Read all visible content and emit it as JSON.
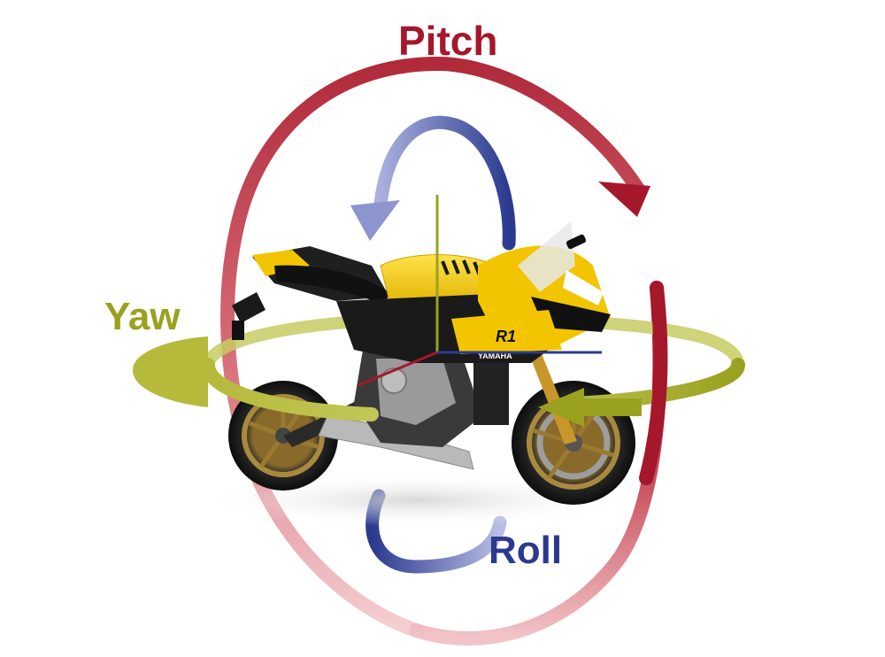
{
  "labels": {
    "pitch": "Pitch",
    "yaw": "Yaw",
    "roll": "Roll"
  },
  "motorcycle": {
    "badge": "R1",
    "brand": "YAMAHA"
  },
  "colors": {
    "pitch": "#a5172b",
    "yaw": "#9aa11e",
    "roll": "#2b3a8f",
    "body_yellow": "#f2c500",
    "body_black": "#1a1a1a"
  }
}
